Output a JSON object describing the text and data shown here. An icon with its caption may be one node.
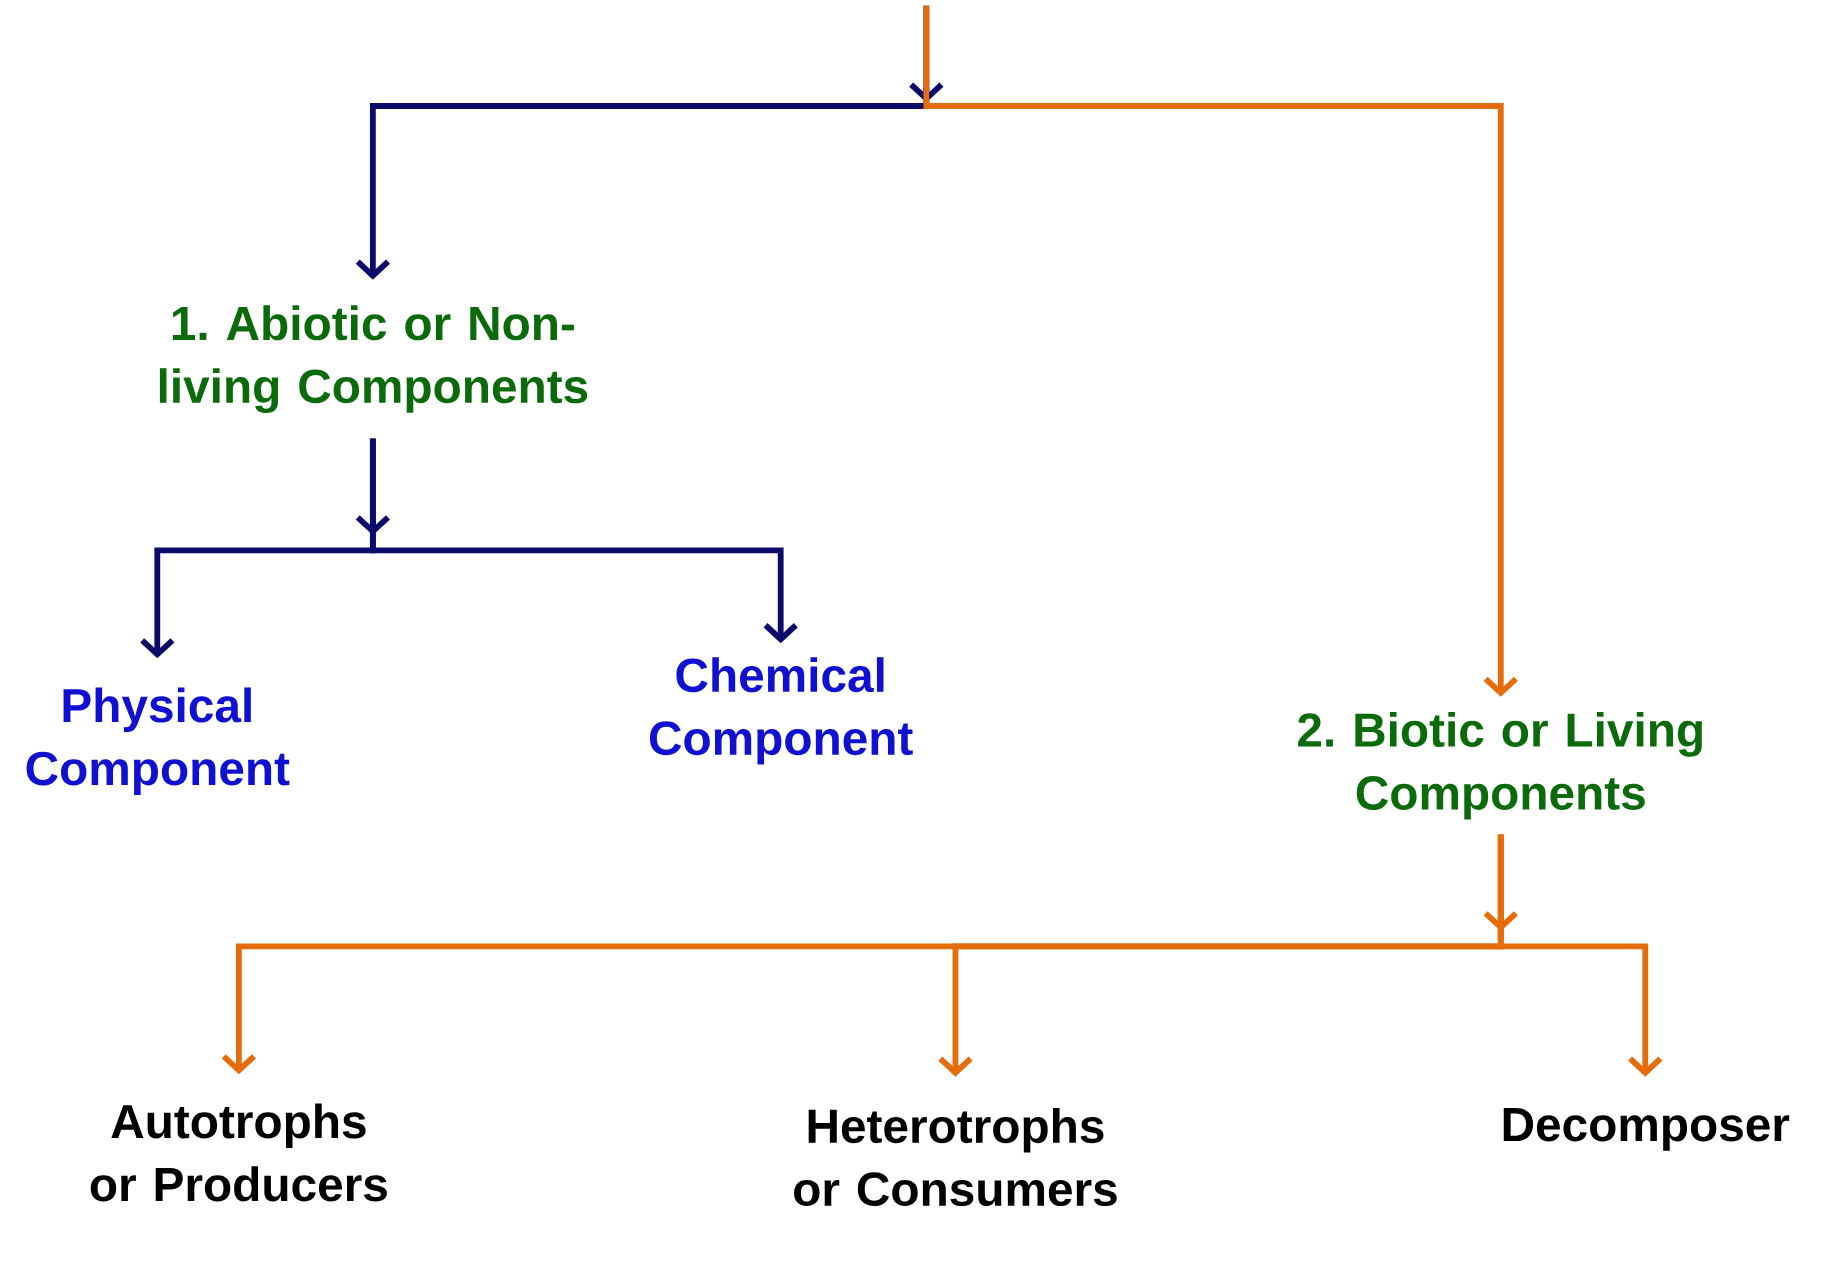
{
  "diagram": {
    "nodes": [
      {
        "text": [
          "1. Abiotic or Non-living Components"
        ]
      },
      {
        "text": [
          "Physical Component"
        ]
      },
      {
        "text": [
          "Chemical Component"
        ]
      },
      {
        "text": [
          "2. Biotic or Living Components"
        ]
      },
      {
        "text": [
          "Autotrophs or Producers"
        ]
      },
      {
        "text": [
          "Heterotrophs or Consumers"
        ]
      },
      {
        "text": [
          "Decomposer"
        ]
      }
    ],
    "edges": [
      {
        "from": null,
        "to": 0,
        "arrow": "to",
        "color": "#0b0b6b"
      },
      {
        "from": null,
        "to": 3,
        "arrow": "to"
      },
      {
        "from": 0,
        "to": 1,
        "arrow": "to",
        "color": "#0b0b6b"
      },
      {
        "from": 0,
        "to": 2,
        "arrow": "to",
        "color": "#0b0b6b"
      },
      {
        "from": 3,
        "to": 4,
        "arrow": "to"
      },
      {
        "from": 3,
        "to": 5,
        "arrow": "to"
      },
      {
        "from": 3,
        "to": 6,
        "arrow": "to"
      }
    ]
  }
}
